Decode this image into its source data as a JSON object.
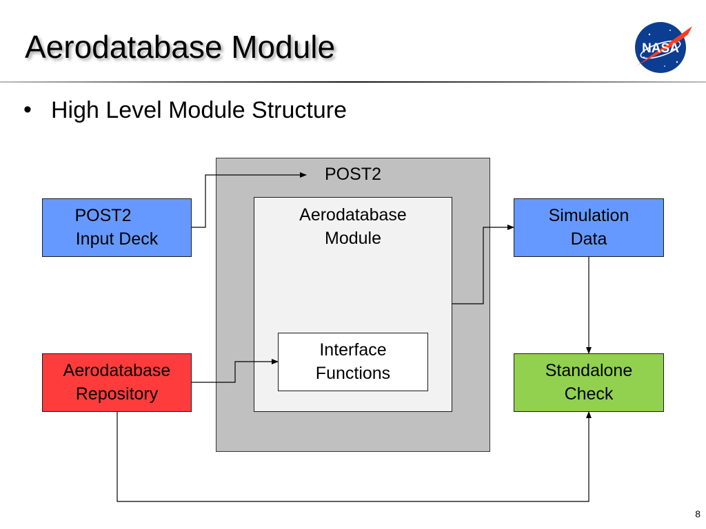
{
  "slide": {
    "title": "Aerodatabase Module",
    "bullet": "High Level Module Structure",
    "page_number": "8",
    "logo_text": "NASA"
  },
  "diagram": {
    "post2_label": "POST2",
    "aero_module": {
      "line1": "Aerodatabase",
      "line2": "Module"
    },
    "interface": {
      "line1": "Interface",
      "line2": "Functions"
    },
    "input_deck": {
      "line1": "POST2",
      "line2": "Input Deck"
    },
    "repository": {
      "line1": "Aerodatabase",
      "line2": "Repository"
    },
    "simulation": {
      "line1": "Simulation",
      "line2": "Data"
    },
    "standalone": {
      "line1": "Standalone",
      "line2": "Check"
    },
    "colors": {
      "input_deck": "#6699ff",
      "simulation": "#6699ff",
      "repository": "#ff3c3c",
      "standalone": "#92d050",
      "post2_outer": "#c0c0c0",
      "aero_module": "#f2f2f2"
    }
  }
}
